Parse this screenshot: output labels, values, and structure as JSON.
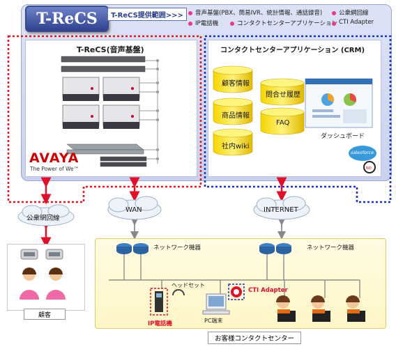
{
  "header": {
    "logo": "T-ReCS",
    "range_label": "T-ReCS提供範囲>>>",
    "legend": [
      "音声基盤(PBX、簡易IVR、統計情報、通話録音)",
      "IP電話機",
      "コンタクトセンターアプリケーション",
      "公衆網回線",
      "CTI Adapter"
    ]
  },
  "left_panel": {
    "title": "T-ReCS(音声基盤)",
    "brand": "AVAYA",
    "tagline": "The Power of We™"
  },
  "right_panel": {
    "title": "コンタクトセンターアプリケーション (CRM)",
    "databases": [
      "顧客情報",
      "商品情報",
      "社内wiki",
      "問合せ履歴",
      "FAQ"
    ],
    "dashboard_label": "ダッシュボード",
    "salesforce_logo": "salesforce"
  },
  "network": {
    "wan": "WAN",
    "internet": "INTERNET",
    "public_line": "公衆網回線",
    "router_label_left": "ネットワーク機器",
    "router_label_right": "ネットワーク機器",
    "headset": "ヘッドセット",
    "pc": "PC端末",
    "ip_phone": "IP電話機",
    "cti_adapter": "CTI Adapter",
    "customer_center": "お客様コンタクトセンター",
    "customer": "顧客"
  }
}
